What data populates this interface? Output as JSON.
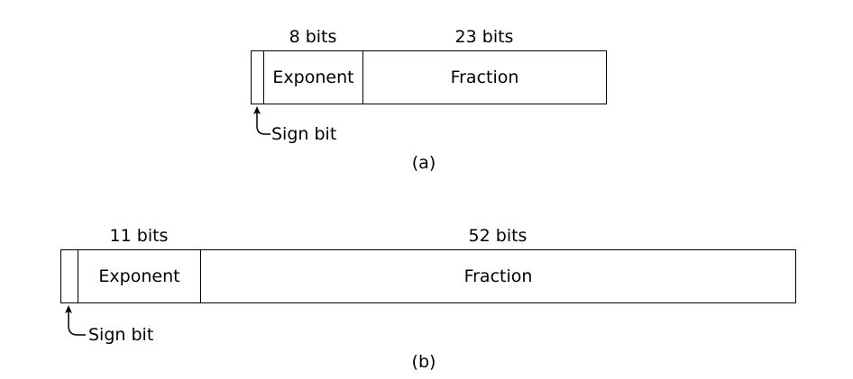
{
  "format_a": {
    "exponent_bits": "8 bits",
    "fraction_bits": "23 bits",
    "exponent_label": "Exponent",
    "fraction_label": "Fraction",
    "sign_label": "Sign bit",
    "caption": "(a)"
  },
  "format_b": {
    "exponent_bits": "11 bits",
    "fraction_bits": "52 bits",
    "exponent_label": "Exponent",
    "fraction_label": "Fraction",
    "sign_label": "Sign bit",
    "caption": "(b)"
  }
}
